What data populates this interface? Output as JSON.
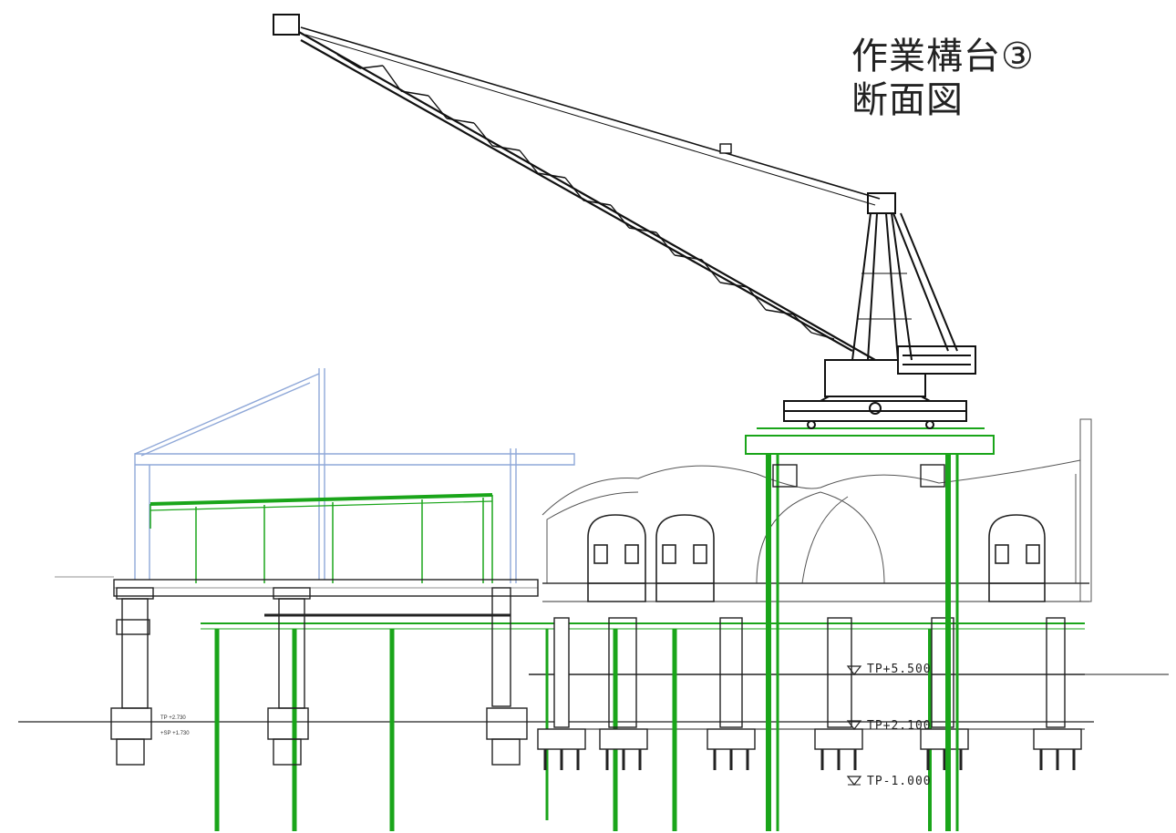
{
  "title": {
    "line1": "作業構台③",
    "line2": "断面図"
  },
  "levels": [
    {
      "label": "TP+5.500"
    },
    {
      "label": "TP+2.100"
    },
    {
      "label": "TP-1.000"
    }
  ],
  "small_labels": {
    "left_top": "TP +2.730",
    "left_bottom": "+SP +1.730"
  },
  "colors": {
    "temporary": "#1aa51a",
    "existing": "#222222",
    "canopy": "#8fa8d8"
  }
}
